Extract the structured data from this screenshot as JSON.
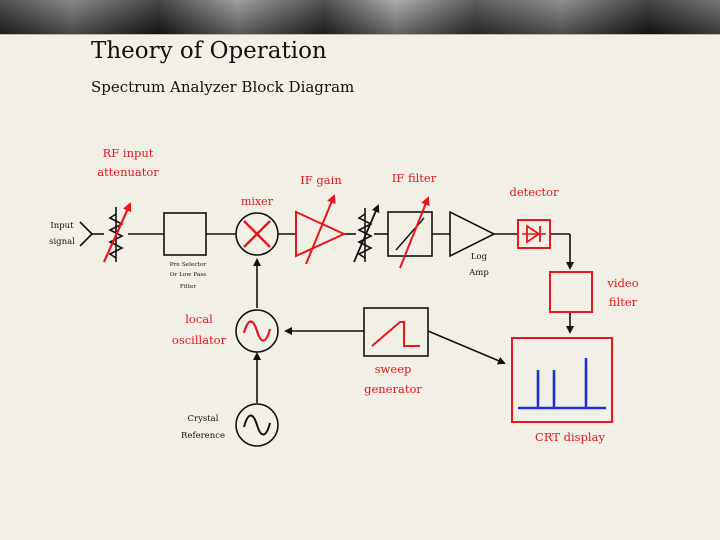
{
  "slide": {
    "title": "Theory of Operation",
    "subtitle": "Spectrum Analyzer Block Diagram"
  },
  "labels": {
    "rf_input_attenuator": [
      "RF input",
      "attenuator"
    ],
    "input_signal": [
      "Input",
      "signal"
    ],
    "pre_selector": [
      "Pre Selector",
      "Or Low Pass",
      "Filter"
    ],
    "mixer": "mixer",
    "if_gain": "IF gain",
    "if_filter": "IF filter",
    "detector": "detector",
    "log_amp": [
      "Log",
      "Amp"
    ],
    "video_filter": [
      "video",
      "filter"
    ],
    "local_oscillator": [
      "local",
      "oscillator"
    ],
    "sweep_generator": [
      "sweep",
      "generator"
    ],
    "crystal_reference": [
      "Crystal",
      "Reference"
    ],
    "crt_display": "CRT display"
  },
  "colors": {
    "red": "#e8161b",
    "blue": "#1c2fd8",
    "black": "#111111",
    "background": "#f1efe6"
  }
}
